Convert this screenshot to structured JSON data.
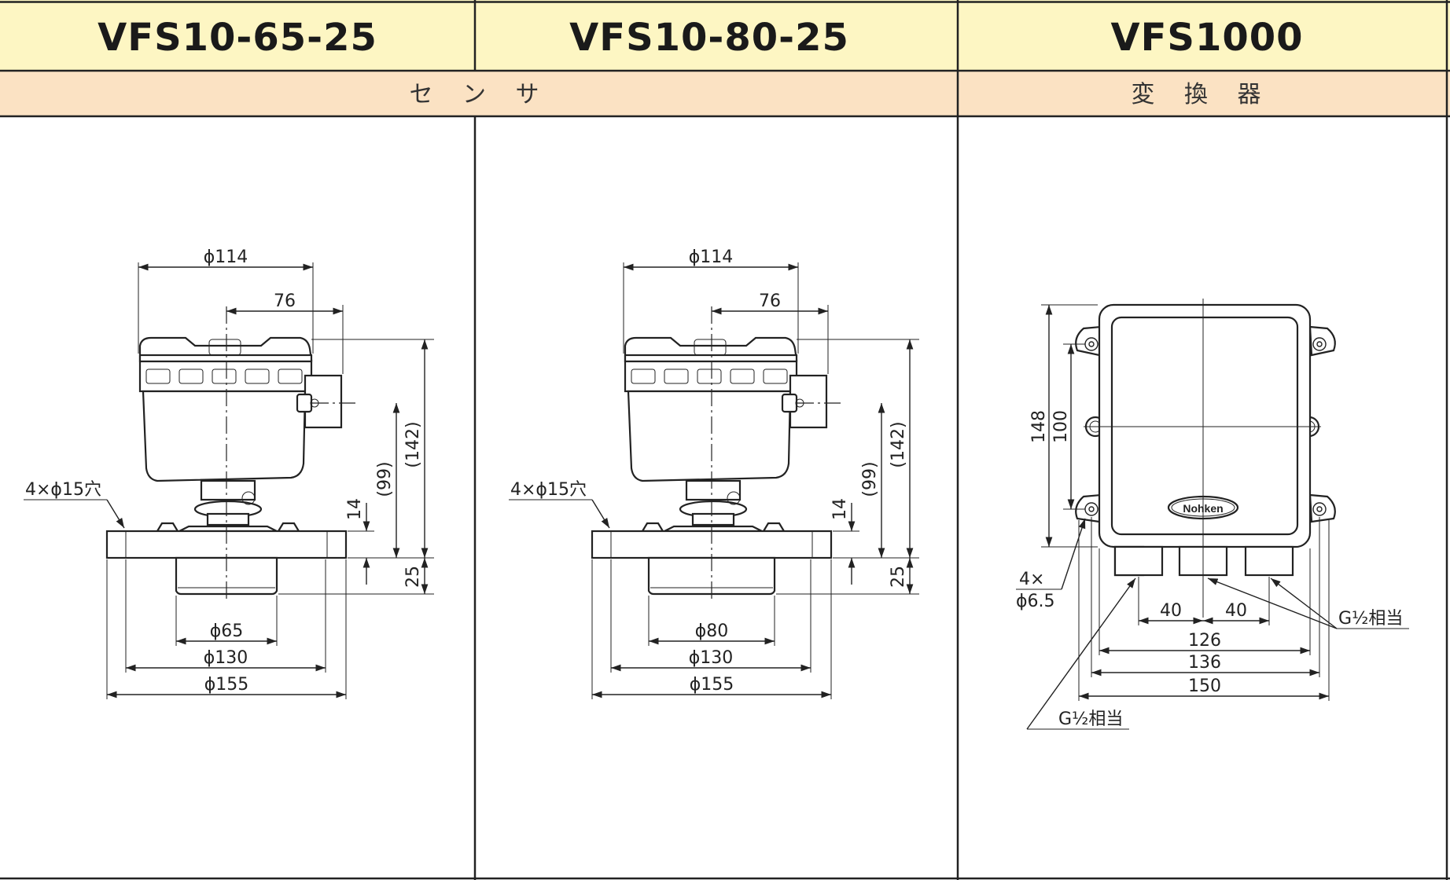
{
  "header": {
    "models": [
      "VFS10-65-25",
      "VFS10-80-25",
      "VFS1000"
    ],
    "category_sensor": "セ ン サ",
    "category_converter": "変 換 器"
  },
  "sensors": [
    {
      "model": "VFS10-65-25",
      "dims": {
        "head_dia": "ϕ114",
        "offset": "76",
        "hole_note": "4×ϕ15穴",
        "flange_thk": "14",
        "h99": "(99)",
        "h142": "(142)",
        "h25": "25",
        "probe_dia": "ϕ65",
        "pcd": "ϕ130",
        "flange_dia": "ϕ155"
      }
    },
    {
      "model": "VFS10-80-25",
      "dims": {
        "head_dia": "ϕ114",
        "offset": "76",
        "hole_note": "4×ϕ15穴",
        "flange_thk": "14",
        "h99": "(99)",
        "h142": "(142)",
        "h25": "25",
        "probe_dia": "ϕ80",
        "pcd": "ϕ130",
        "flange_dia": "ϕ155"
      }
    }
  ],
  "converter": {
    "model": "VFS1000",
    "brand_logo": "Nohken",
    "dims": {
      "height": "148",
      "hole_pitch_v": "100",
      "hole_note_1": "4×",
      "hole_note_2": "ϕ6.5",
      "port_pitch_1": "40",
      "port_pitch_2": "40",
      "w126": "126",
      "w136": "136",
      "w150": "150",
      "port_note_right": "G½相当",
      "port_note_left": "G½相当"
    }
  },
  "colors": {
    "model_header_bg": "#fdf6c3",
    "category_header_bg": "#fbe2c3",
    "line": "#222222"
  }
}
